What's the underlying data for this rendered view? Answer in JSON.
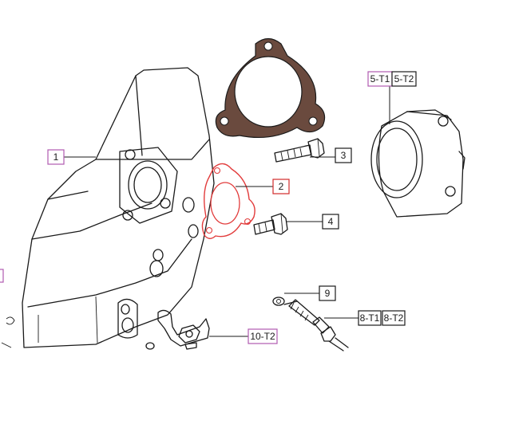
{
  "colors": {
    "outline": "#1a1a1a",
    "gasket_dark": "#6a4a3e",
    "gasket_highlight": "#e23c3c",
    "callout_default": "#1a1a1a",
    "callout_purple": "#b05ab0",
    "callout_red": "#d22b2b"
  },
  "callouts": {
    "c1": {
      "label": "1",
      "color": "purple"
    },
    "c2": {
      "label": "2",
      "color": "red"
    },
    "c3": {
      "label": "3",
      "color": "black"
    },
    "c4": {
      "label": "4",
      "color": "black"
    },
    "c5t1": {
      "label": "5-T1",
      "color": "purple"
    },
    "c5t2": {
      "label": "5-T2",
      "color": "black"
    },
    "c9": {
      "label": "9",
      "color": "black"
    },
    "c8t1": {
      "label": "8-T1",
      "color": "black"
    },
    "c8t2": {
      "label": "8-T2",
      "color": "black"
    },
    "c10t2": {
      "label": "10-T2",
      "color": "purple"
    }
  }
}
